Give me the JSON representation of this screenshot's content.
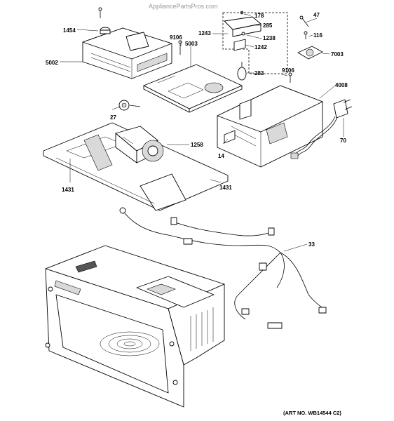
{
  "watermark": "AppliancePartsPros.com",
  "art_number": "(ART NO. WB14544 C2)",
  "callouts": {
    "c178": "178",
    "c47": "47",
    "c1454": "1454",
    "c285": "285",
    "c1243": "1243",
    "c116": "116",
    "c1238": "1238",
    "c9106a": "9106",
    "c5003": "5003",
    "c1242": "1242",
    "c7003": "7003",
    "c5002": "5002",
    "c283": "283",
    "c9106b": "9106",
    "c4008": "4008",
    "c27": "27",
    "c70": "70",
    "c1258": "1258",
    "c14": "14",
    "c1431a": "1431",
    "c1431b": "1431",
    "c33": "33"
  }
}
